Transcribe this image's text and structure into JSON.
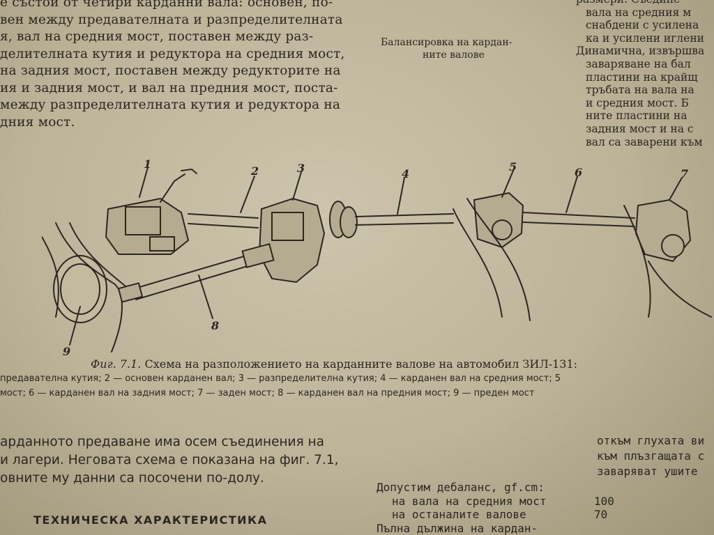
{
  "left_top_lines": [
    "е състои от четири карданни вала: основен, по-",
    "вен между предавателната и разпределителната",
    "я, вал на средния мост, поставен между раз-",
    "делителната кутия и редуктора на средния мост,",
    "на задния мост, поставен между редукторите на",
    "ия и задния мост, и вал на предния мост, поста-",
    "между разпределителната кутия и редуктора на",
    "дния мост."
  ],
  "side_note": [
    "Балансировка на кардан-",
    "ните валове"
  ],
  "right_top_lines": [
    "размери. Съедине",
    "вала на средния м",
    "снабдени с усилена",
    "ка и усилени иглени",
    "Динамична, извършва",
    "заваряване на бал",
    "пластини на крайщ",
    "тръбата на вала на",
    "и средния мост. Б",
    "ните пластини на",
    "задния мост и на с",
    "вал са заварени към"
  ],
  "figure_numbers": [
    "1",
    "2",
    "3",
    "4",
    "5",
    "6",
    "7",
    "8",
    "9"
  ],
  "caption": {
    "fig_label": "Фиг. 7.1.",
    "title": "Схема на разположението на карданните валове на автомобил ЗИЛ-131:",
    "legend_lines": [
      "предавателна кутия;  2 — основен карданен вал;  3 — разпределителна кутия;  4 — карданен вал на средния мост;  5",
      "мост;  6 — карданен вал на задния мост;  7 — заден мост;  8 — карданен вал на предния мост;  9 — преден мост"
    ]
  },
  "body_left_lines": [
    "арданното предаване има осем съединения на",
    "и лагери. Неговата схема е показана на фиг. 7.1,",
    "овните му данни са посочени по-долу."
  ],
  "heading": "ТЕХНИЧЕСКА ХАРАКТЕРИСТИКА",
  "body_right_lines": [
    "откъм глухата ви",
    "към плъзгащата с",
    "заваряват ушите"
  ],
  "spec": {
    "title": "Допустим дебаланс, gf.cm:",
    "rows": [
      {
        "label": "на вала на средния мост",
        "value": "100"
      },
      {
        "label": "на останалите валове",
        "value": "70"
      }
    ],
    "last_line": "Пълна дължина на кардан-"
  }
}
